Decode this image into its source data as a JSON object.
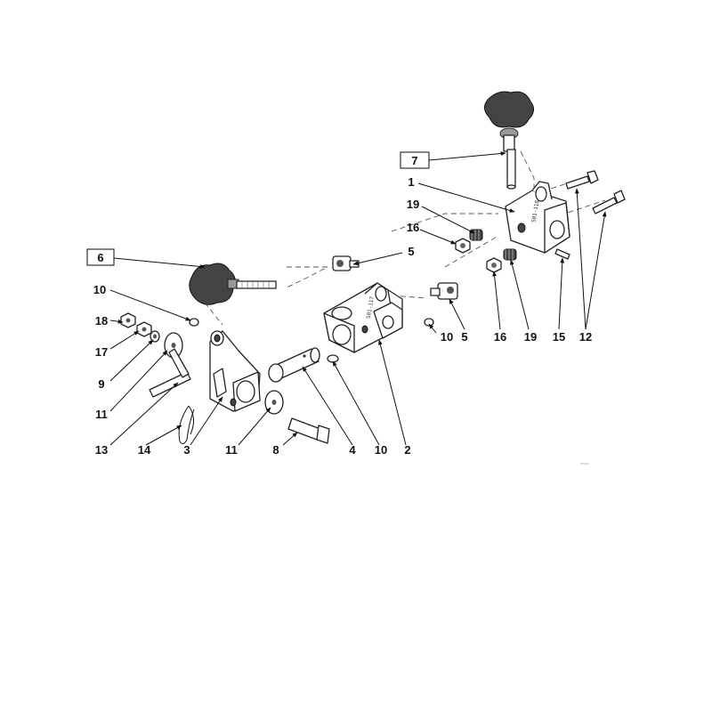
{
  "callouts": {
    "c1": "1",
    "c2": "2",
    "c3": "3",
    "c4": "4",
    "c5a": "5",
    "c5b": "5",
    "c6": "6",
    "c7": "7",
    "c8": "8",
    "c9": "9",
    "c10a": "10",
    "c10b": "10",
    "c10c": "10",
    "c11a": "11",
    "c11b": "11",
    "c12": "12",
    "c13": "13",
    "c14": "14",
    "c15": "15",
    "c16a": "16",
    "c16b": "16",
    "c17": "17",
    "c18": "18",
    "c19a": "19",
    "c19b": "19"
  }
}
